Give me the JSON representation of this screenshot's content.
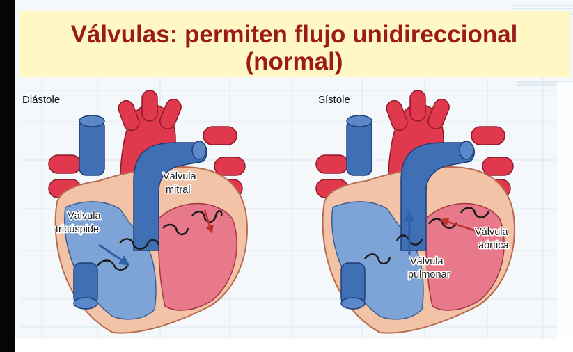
{
  "title": {
    "line1": "Válvulas: permiten flujo unidireccional",
    "line2": "(normal)"
  },
  "panels": {
    "diastole": {
      "heading": "Diástole",
      "labels": {
        "mitral_line1": "Válvula",
        "mitral_line2": "mitral",
        "tricuspid_line1": "Válvula",
        "tricuspid_line2": "tricúspide"
      }
    },
    "systole": {
      "heading": "Sístole",
      "labels": {
        "aortic_line1": "Válvula",
        "aortic_line2": "aórtica",
        "pulmonary_line1": "Válvula",
        "pulmonary_line2": "pulmonar"
      }
    }
  },
  "colors": {
    "title_text": "#9b1b1b",
    "title_background": "#fff8c4",
    "oxygenated_red": "#e0384c",
    "deoxygenated_blue": "#3f6fb5",
    "myocardium": "#f2c3a6",
    "blood_flow_arrow": "#2f5fa8",
    "mitral_flow_arrow": "#c0322f"
  }
}
